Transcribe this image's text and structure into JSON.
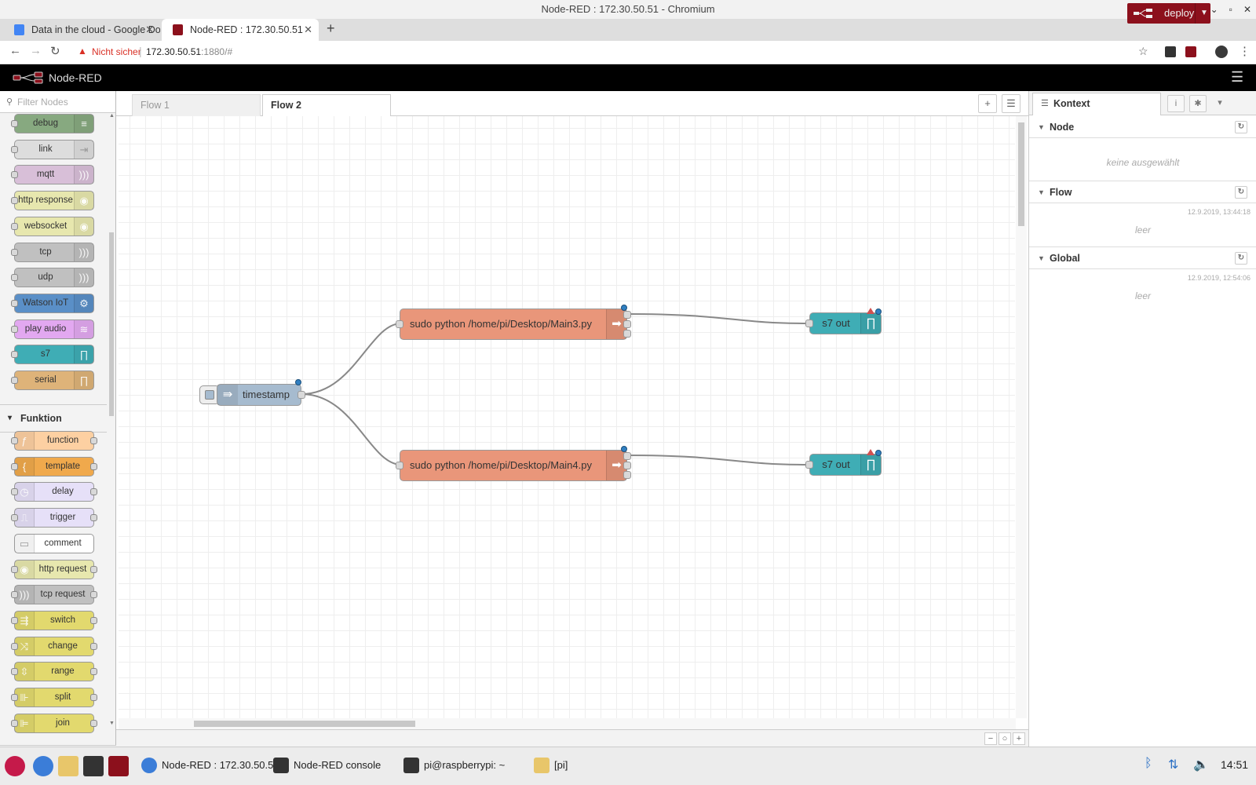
{
  "window": {
    "title": "Node-RED : 172.30.50.51 - Chromium",
    "controls": [
      "⌄",
      "▫",
      "✕"
    ]
  },
  "browser": {
    "tabs": [
      {
        "title": "Data in the cloud - Google Do",
        "active": false
      },
      {
        "title": "Node-RED : 172.30.50.51",
        "active": true
      }
    ],
    "new_tab": "+",
    "close_glyph": "✕",
    "security_label": "Nicht sicher",
    "url_host": "172.30.50.51",
    "url_rest": ":1880/#"
  },
  "nodered": {
    "app_title": "Node-RED",
    "deploy_label": "deploy",
    "palette": {
      "filter_placeholder": "Filter Nodes",
      "output_nodes": [
        {
          "label": "debug",
          "color": "#87a980",
          "icon": "≡"
        },
        {
          "label": "link",
          "color": "#dddddd",
          "icon": "⇥"
        },
        {
          "label": "mqtt",
          "color": "#d8bfd8",
          "icon": ")))"
        },
        {
          "label": "http response",
          "color": "#e7e7ae",
          "icon": "◉"
        },
        {
          "label": "websocket",
          "color": "#e7e7ae",
          "icon": "◉"
        },
        {
          "label": "tcp",
          "color": "#c0c0c0",
          "icon": ")))"
        },
        {
          "label": "udp",
          "color": "#c0c0c0",
          "icon": ")))"
        },
        {
          "label": "Watson IoT",
          "color": "#5a8fc7",
          "icon": "⚙"
        },
        {
          "label": "play audio",
          "color": "#e2a8f0",
          "icon": "≋"
        },
        {
          "label": "s7",
          "color": "#3fadb5",
          "icon": "∏"
        },
        {
          "label": "serial",
          "color": "#deb379",
          "icon": "∏"
        }
      ],
      "category_funktion": "Funktion",
      "function_nodes": [
        {
          "label": "function",
          "color": "#fdd0a2",
          "icon": "ƒ"
        },
        {
          "label": "template",
          "color": "#f0a94c",
          "icon": "{"
        },
        {
          "label": "delay",
          "color": "#e6e0f8",
          "icon": "◷"
        },
        {
          "label": "trigger",
          "color": "#e6e0f8",
          "icon": "⎍"
        },
        {
          "label": "comment",
          "color": "#ffffff",
          "icon": "▭"
        },
        {
          "label": "http request",
          "color": "#e7e7ae",
          "icon": "◉"
        },
        {
          "label": "tcp request",
          "color": "#c0c0c0",
          "icon": ")))"
        },
        {
          "label": "switch",
          "color": "#e2d96e",
          "icon": "⇶"
        },
        {
          "label": "change",
          "color": "#e2d96e",
          "icon": "⤨"
        },
        {
          "label": "range",
          "color": "#e2d96e",
          "icon": "⇳"
        },
        {
          "label": "split",
          "color": "#e2d96e",
          "icon": "⊪"
        },
        {
          "label": "join",
          "color": "#e2d96e",
          "icon": "⊫"
        }
      ]
    },
    "workspace": {
      "tabs": [
        {
          "label": "Flow 1",
          "active": false
        },
        {
          "label": "Flow 2",
          "active": true
        }
      ],
      "add_flow": "+",
      "list_flows": "☰"
    },
    "flow": {
      "inject": {
        "label": "timestamp",
        "color": "#a6bbcf"
      },
      "exec1": {
        "label": "sudo python /home/pi/Desktop/Main3.py",
        "color": "#e9967a"
      },
      "exec2": {
        "label": "sudo python /home/pi/Desktop/Main4.py",
        "color": "#e9967a"
      },
      "s7out1": {
        "label": "s7 out",
        "color": "#3fadb5"
      },
      "s7out2": {
        "label": "s7 out",
        "color": "#3fadb5"
      }
    },
    "sidebar": {
      "tab_label": "Kontext",
      "node": {
        "title": "Node",
        "empty": "keine ausgewählt"
      },
      "flow": {
        "title": "Flow",
        "timestamp": "12.9.2019, 13:44:18",
        "empty": "leer"
      },
      "global": {
        "title": "Global",
        "timestamp": "12.9.2019, 12:54:06",
        "empty": "leer"
      }
    }
  },
  "taskbar": {
    "tasks": [
      {
        "label": "Node-RED : 172.30.50.5..."
      },
      {
        "label": "Node-RED console"
      },
      {
        "label": "pi@raspberrypi: ~"
      },
      {
        "label": "[pi]"
      }
    ],
    "clock": "14:51"
  }
}
